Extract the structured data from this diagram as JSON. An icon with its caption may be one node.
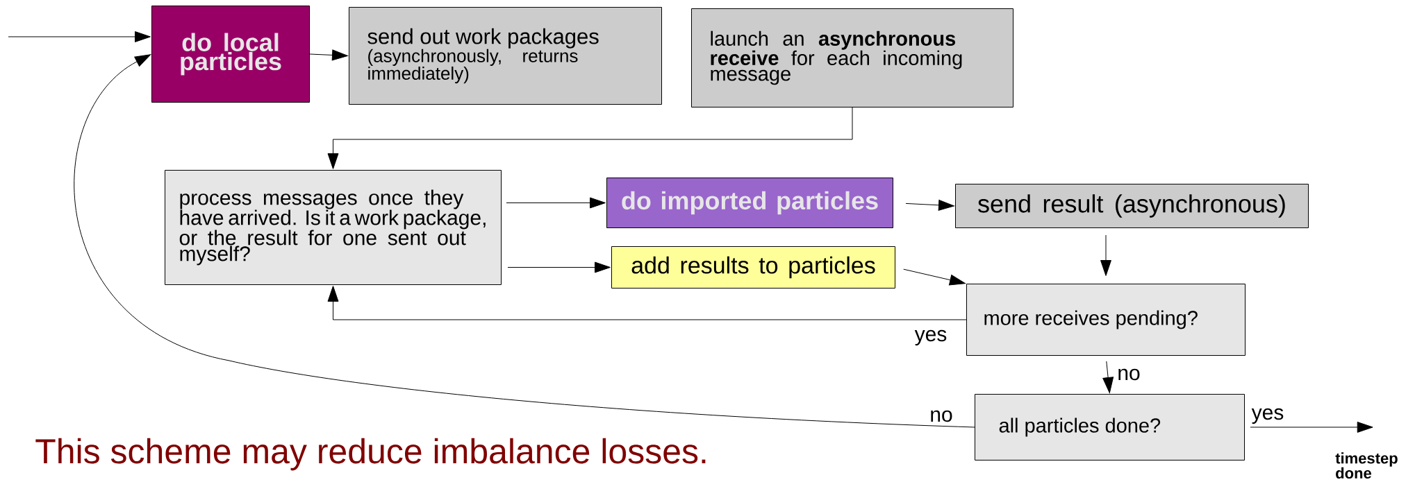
{
  "diagram": {
    "nodes": [
      {
        "text": [
          "do local particles"
        ]
      },
      {
        "text": [
          "send out work packages",
          "(asynchronously, returns immediately)"
        ]
      },
      {
        "text": [
          "launch an **asynchronous receive** for each incoming message"
        ]
      },
      {
        "text": [
          "process messages once they have arrived. Is it a work package, or the result for one sent out myself?"
        ]
      },
      {
        "text": [
          "do imported particles"
        ]
      },
      {
        "text": [
          "send result (asynchronous)"
        ]
      },
      {
        "text": [
          "add results to particles"
        ]
      },
      {
        "text": [
          "more receives pending?"
        ]
      },
      {
        "text": [
          "all particles done?"
        ]
      },
      {
        "text": [
          "timestep done"
        ]
      }
    ],
    "edges": [
      {
        "from": null,
        "to": 0,
        "arrow": "to"
      },
      {
        "from": 0,
        "to": 1,
        "arrow": "to"
      },
      {
        "from": 2,
        "to": 3,
        "arrow": "to"
      },
      {
        "from": 3,
        "to": 4,
        "arrow": "to"
      },
      {
        "from": 3,
        "to": 6,
        "arrow": "to"
      },
      {
        "from": 4,
        "to": 5,
        "arrow": "to"
      },
      {
        "from": 5,
        "to": 7,
        "arrow": "to"
      },
      {
        "from": 6,
        "to": 7,
        "arrow": "to"
      },
      {
        "from": 7,
        "to": 3,
        "arrow": "to",
        "label": "yes"
      },
      {
        "from": 7,
        "to": 8,
        "arrow": "to",
        "label": "no"
      },
      {
        "from": 8,
        "to": 0,
        "arrow": "to",
        "label": "no"
      },
      {
        "from": 8,
        "to": 9,
        "arrow": "to",
        "label": "yes"
      }
    ],
    "labels": [
      "This scheme may reduce imbalance losses."
    ]
  }
}
